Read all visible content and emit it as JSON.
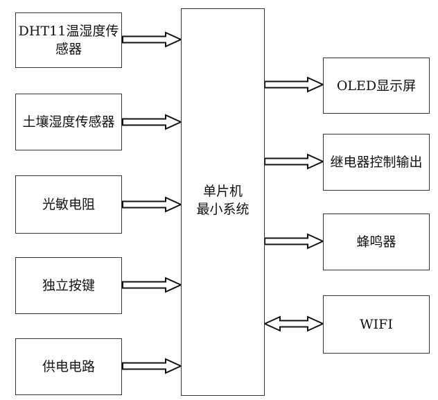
{
  "mcu": {
    "label": "单片机\n最小系统"
  },
  "inputs": [
    {
      "label": "DHT11温湿度传\n感器",
      "arrow": "in"
    },
    {
      "label": "土壤湿度传感器",
      "arrow": "in"
    },
    {
      "label": "光敏电阻",
      "arrow": "in"
    },
    {
      "label": "独立按键",
      "arrow": "in"
    },
    {
      "label": "供电电路",
      "arrow": "in"
    }
  ],
  "outputs": [
    {
      "label": "OLED显示屏",
      "arrow": "out"
    },
    {
      "label": "继电器控制输出",
      "arrow": "out"
    },
    {
      "label": "蜂鸣器",
      "arrow": "out"
    },
    {
      "label": "WIFI",
      "arrow": "bidirectional"
    }
  ]
}
